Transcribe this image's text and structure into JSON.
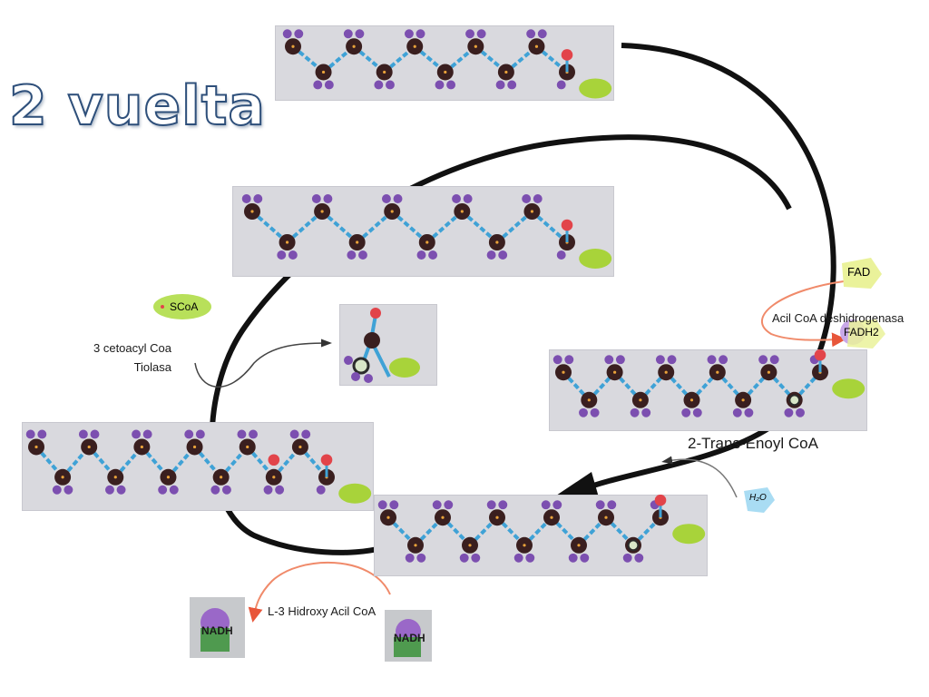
{
  "title": "2 vuelta",
  "labels": {
    "acyl_dehydrogenase": "Acil CoA deshidrogenasa",
    "trans_enoyl": "2-Trans-Enoyl CoA",
    "hydroxy_acyl": "L-3 Hidroxy Acil CoA",
    "thiolase_line1": "3 cetoacyl Coa",
    "thiolase_line2": "Tiolasa"
  },
  "cofactors": {
    "fad": "FAD",
    "fadh2": "FADH2",
    "scoa": "SCoA",
    "nadh_left": "NADH",
    "nadh_right": "NADH",
    "water": "H₂O"
  },
  "colors": {
    "carbon": "#3a1f1f",
    "hydrogen": "#7c4fb0",
    "bond": "#3fa2d6",
    "oxygen": "#e2444a",
    "coa": "#a8d33a",
    "cycle_arrow": "#111111",
    "enzyme_arrow": "#f07a5a"
  }
}
